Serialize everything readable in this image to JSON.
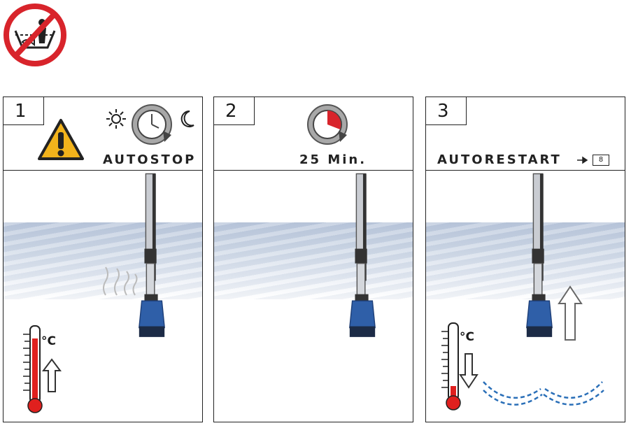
{
  "panels": [
    {
      "number": "1",
      "caption": "AUTOSTOP"
    },
    {
      "number": "2",
      "caption": "25 Min."
    },
    {
      "number": "3",
      "caption": "AUTORESTART",
      "page_ref": "8"
    }
  ],
  "thermometer": {
    "unit": "°C"
  },
  "icons": [
    "no-bathing-prohibition-icon",
    "warning-triangle-icon",
    "sun-icon",
    "clock-icon",
    "moon-icon",
    "timer-icon",
    "thermometer-icon",
    "arrow-up-icon",
    "arrow-down-icon",
    "steam-icon",
    "pump-icon"
  ],
  "colors": {
    "prohibition_red": "#d8242b",
    "warning_yellow": "#f2b31b",
    "pump_blue": "#2f5fa8",
    "thermo_red": "#e0201e",
    "dash_blue": "#2a6fb8"
  }
}
